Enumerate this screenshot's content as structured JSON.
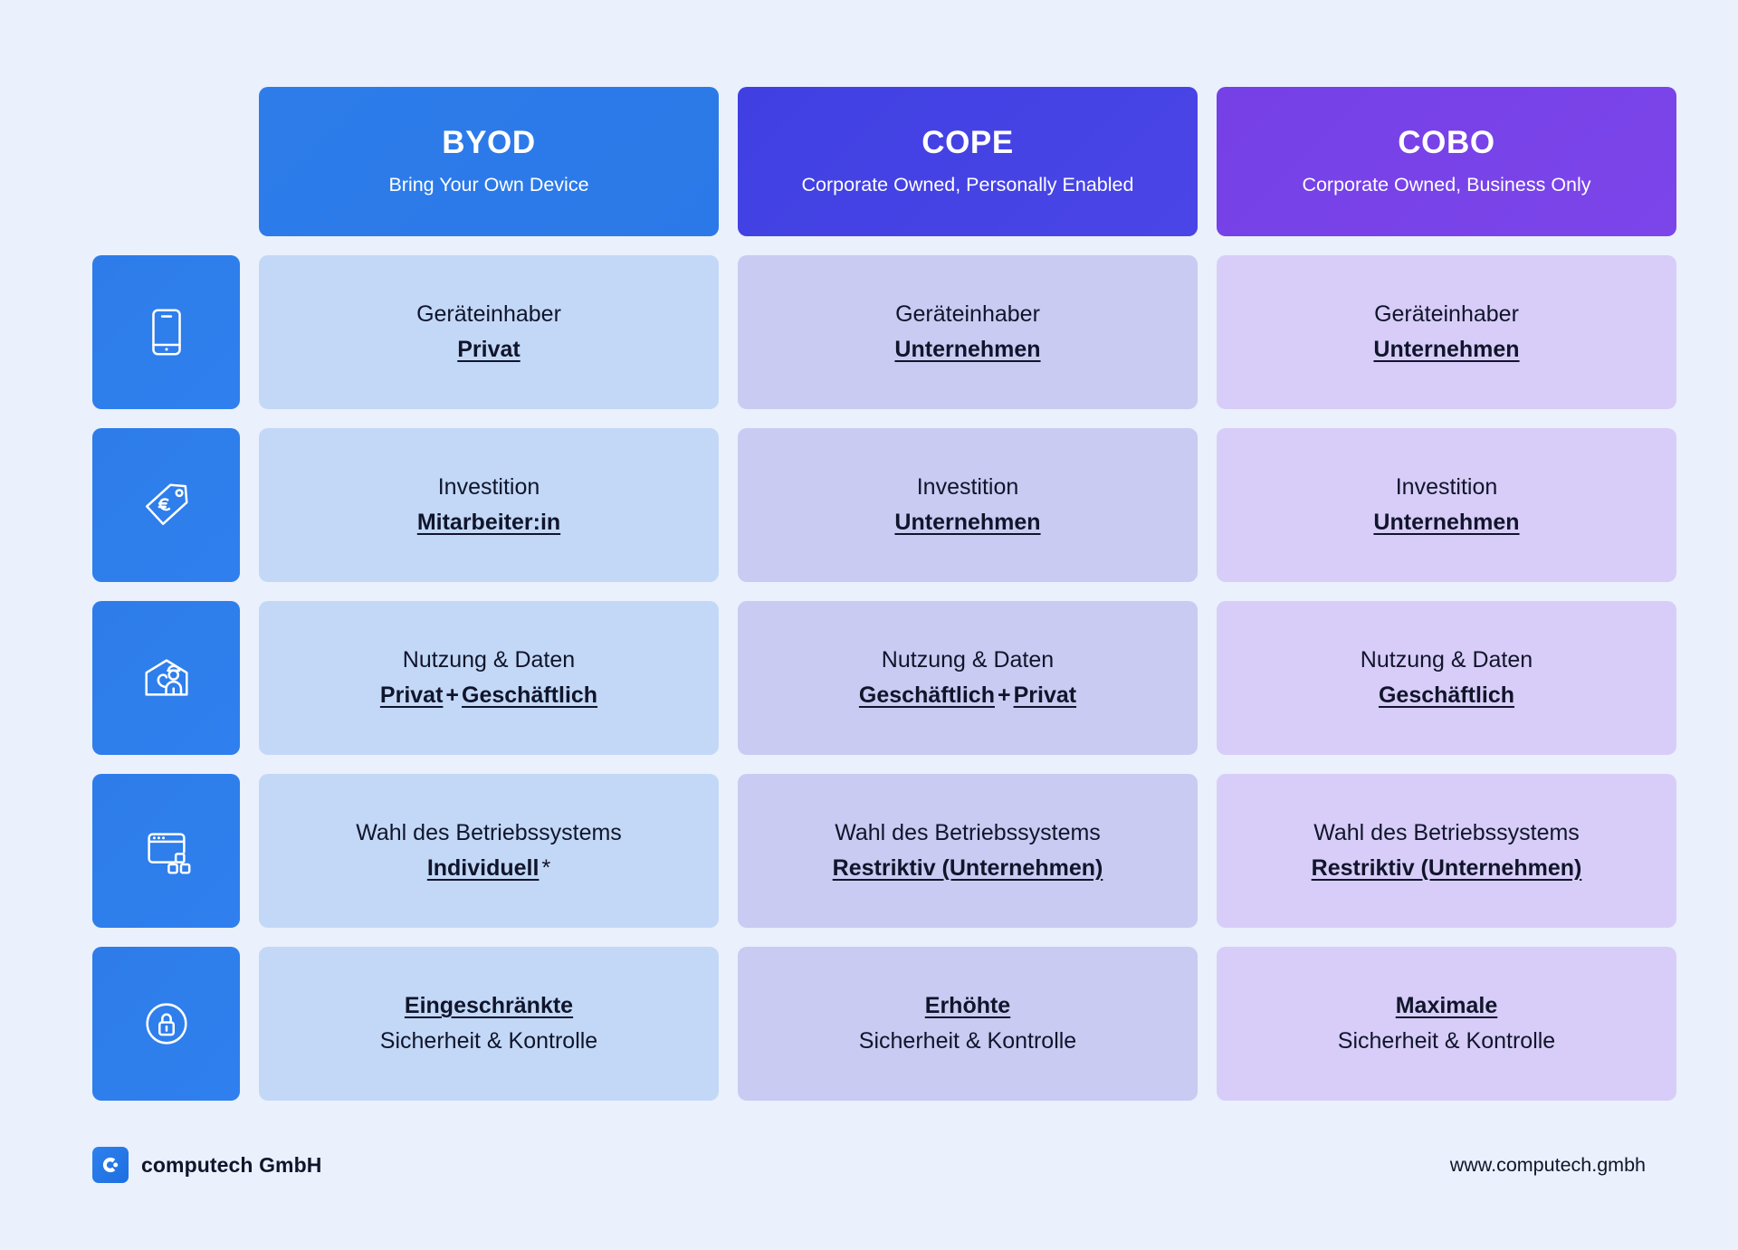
{
  "colors": {
    "page_background": "#eaf0fc",
    "byod_accent": "#2d7cea",
    "cope_accent": "#4040e2",
    "cobo_accent": "#7540e6",
    "byod_cell": "#c3d8f7",
    "cope_cell": "#c9cbf2",
    "cobo_cell": "#d8cdf8",
    "text": "#10152b",
    "icon_tile": "#2f80ee"
  },
  "columns": [
    {
      "key": "byod",
      "title": "BYOD",
      "subtitle": "Bring Your Own Device"
    },
    {
      "key": "cope",
      "title": "COPE",
      "subtitle": "Corporate Owned, Personally Enabled"
    },
    {
      "key": "cobo",
      "title": "COBO",
      "subtitle": "Corporate Owned, Business Only"
    }
  ],
  "rows": [
    {
      "icon": "smartphone-icon",
      "byod": {
        "top": "Geräteinhaber",
        "bottom": "Privat"
      },
      "cope": {
        "top": "Geräteinhaber",
        "bottom": "Unternehmen"
      },
      "cobo": {
        "top": "Geräteinhaber",
        "bottom": "Unternehmen"
      }
    },
    {
      "icon": "price-tag-euro-icon",
      "byod": {
        "top": "Investition",
        "bottom": "Mitarbeiter:in"
      },
      "cope": {
        "top": "Investition",
        "bottom": "Unternehmen"
      },
      "cobo": {
        "top": "Investition",
        "bottom": "Unternehmen"
      }
    },
    {
      "icon": "security-guard-house-icon",
      "byod": {
        "top": "Nutzung & Daten",
        "bottom": "Privat",
        "bottom_connector": "+",
        "bottom2": "Geschäftlich"
      },
      "cope": {
        "top": "Nutzung & Daten",
        "bottom": "Geschäftlich",
        "bottom_connector": "+",
        "bottom2": "Privat"
      },
      "cobo": {
        "top": "Nutzung & Daten",
        "bottom": "Geschäftlich"
      }
    },
    {
      "icon": "browser-os-blocks-icon",
      "byod": {
        "top": "Wahl des Betriebssystems",
        "bottom": "Individuell",
        "bottom_suffix": "*"
      },
      "cope": {
        "top": "Wahl des Betriebssystems",
        "bottom": "Restriktiv (Unternehmen)"
      },
      "cobo": {
        "top": "Wahl des Betriebssystems",
        "bottom": "Restriktiv (Unternehmen)"
      }
    },
    {
      "icon": "lock-circle-icon",
      "emphasis": "first",
      "byod": {
        "top": "Eingeschränkte",
        "bottom": "Sicherheit & Kontrolle"
      },
      "cope": {
        "top": "Erhöhte",
        "bottom": "Sicherheit & Kontrolle"
      },
      "cobo": {
        "top": "Maximale",
        "bottom": "Sicherheit & Kontrolle"
      }
    }
  ],
  "footer": {
    "brand_name": "computech GmbH",
    "logo_icon": "computech-c-logo-icon",
    "site_url": "www.computech.gmbh"
  }
}
